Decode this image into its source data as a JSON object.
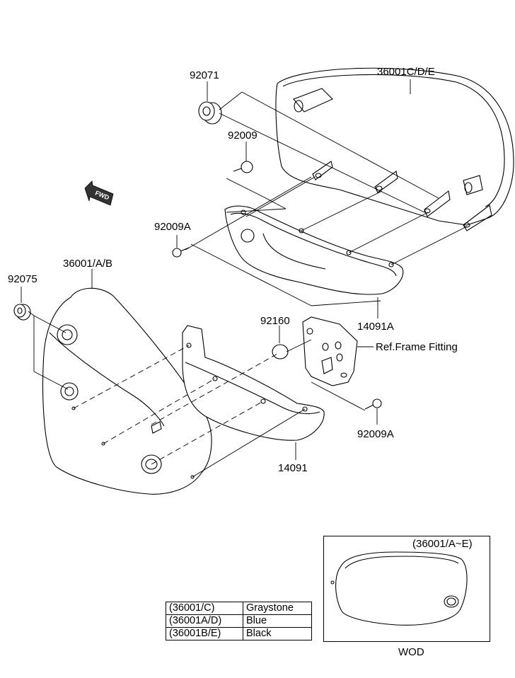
{
  "parts": {
    "p92071": "92071",
    "p36001cde": "36001C/D/E",
    "p92009": "92009",
    "p92009a_top": "92009A",
    "p36001ab": "36001/A/B",
    "p92075": "92075",
    "p14091a": "14091A",
    "p92160": "92160",
    "ref_frame": "Ref.Frame Fitting",
    "p92009a_bottom": "92009A",
    "p14091": "14091",
    "fwd": "FWD"
  },
  "color_table": [
    {
      "code": "(36001/C)",
      "color": "Graystone"
    },
    {
      "code": "(36001A/D)",
      "color": "Blue"
    },
    {
      "code": "(36001B/E)",
      "color": "Black"
    }
  ],
  "inset": {
    "title": "(36001/A~E)",
    "caption": "WOD"
  }
}
